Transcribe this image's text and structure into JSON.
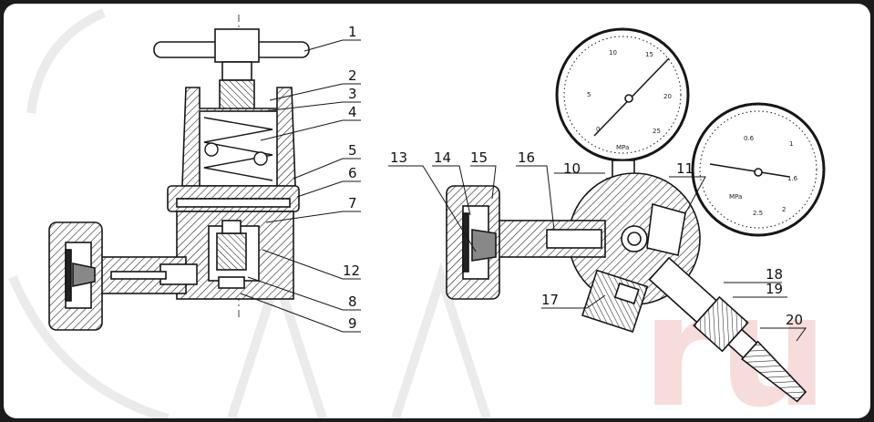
{
  "callouts": [
    "1",
    "2",
    "3",
    "4",
    "5",
    "6",
    "7",
    "8",
    "9",
    "10",
    "11",
    "12",
    "13",
    "14",
    "15",
    "16",
    "17",
    "18",
    "19",
    "20"
  ],
  "gauges": {
    "high": {
      "ticks": [
        "10",
        "15",
        "5",
        "20",
        "0",
        "25"
      ],
      "unit": "MPa"
    },
    "low": {
      "ticks": [
        "0.6",
        "1",
        "1.6",
        "2",
        "2.5"
      ],
      "unit": "MPa"
    }
  },
  "watermark": {
    "text": "ru",
    "color": "#f3c6c6"
  },
  "colors": {
    "frame": "#1b1b1b",
    "paper": "#ffffff",
    "ink": "#161616"
  }
}
